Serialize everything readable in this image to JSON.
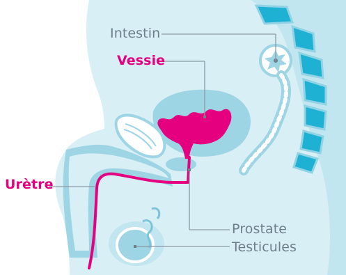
{
  "labels": {
    "intestin": "Intestin",
    "vessie": "Vessie",
    "uretre": "Urètre",
    "prostate": "Prostate",
    "testicules": "Testicules"
  },
  "colors": {
    "accent": "#e4007e",
    "label_gray": "#6f7f8a",
    "body_light": "#d8eff5",
    "body_mid": "#b7e1ec",
    "tissue": "#9dd5e4",
    "spine_blue": "#1fb1d4",
    "outline": "#7cc4d6"
  }
}
